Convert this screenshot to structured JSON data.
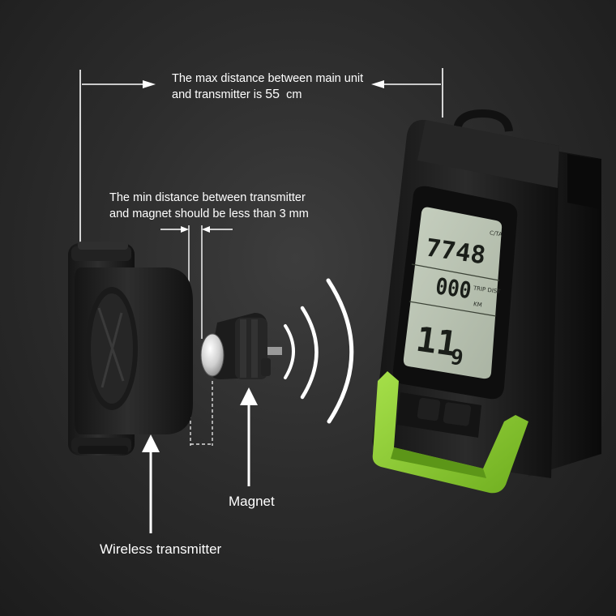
{
  "annotations": {
    "max_distance": {
      "line1": "The max distance between main unit",
      "line2_prefix": "and transmitter is ",
      "value": "55",
      "unit": "cm"
    },
    "min_distance": {
      "line1": "The min distance between transmitter",
      "line2": "and magnet should be less than 3 mm"
    },
    "magnet_label": "Magnet",
    "transmitter_label": "Wireless transmitter"
  },
  "display": {
    "row1": "7748",
    "row2": "000",
    "row3a": "11",
    "row3b": "9",
    "tag_row2": "TRIP DIST",
    "tag_row2_unit": "KM",
    "tag_row1": "C/TA"
  },
  "colors": {
    "background": "#2c2c2c",
    "accent_green": "#8ed02f",
    "lcd": "#b9c3b2",
    "text": "#ffffff"
  }
}
